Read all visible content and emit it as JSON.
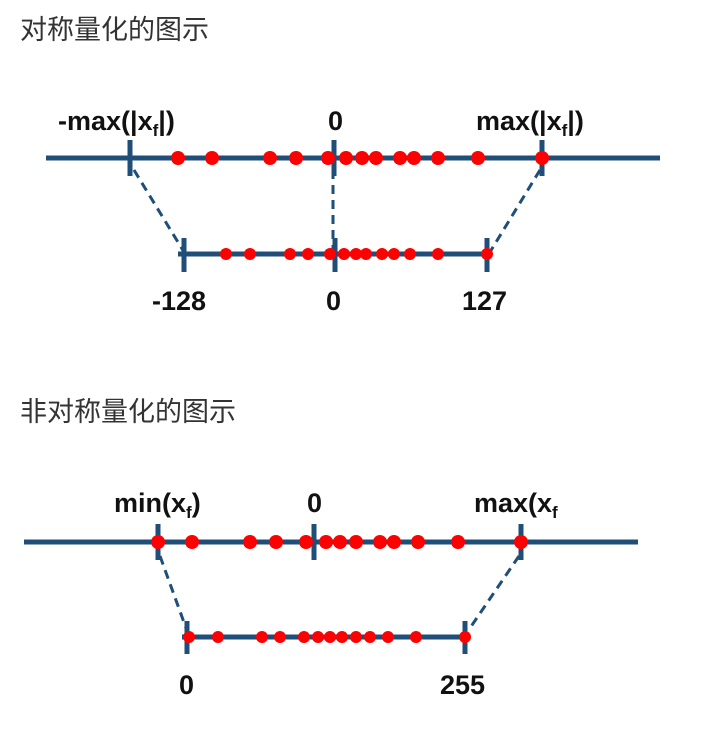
{
  "colors": {
    "axis": "#1f4e79",
    "dot": "#ff0000",
    "text": "#111111"
  },
  "symmetric": {
    "title": "对称量化的图示",
    "float_labels": {
      "left": "-max(|x",
      "left_sub": "f",
      "left_end": "|)",
      "zero": "0",
      "right": "max(|x",
      "right_sub": "f",
      "right_end": "|)"
    },
    "int_labels": {
      "min": "-128",
      "zero": "0",
      "max": "127"
    }
  },
  "asymmetric": {
    "title": "非对称量化的图示",
    "float_labels": {
      "left": "min(x",
      "left_sub": "f",
      "left_end": ")",
      "zero": "0",
      "right": "max(x",
      "right_sub": "f"
    },
    "int_labels": {
      "min": "0",
      "max": "255"
    }
  }
}
